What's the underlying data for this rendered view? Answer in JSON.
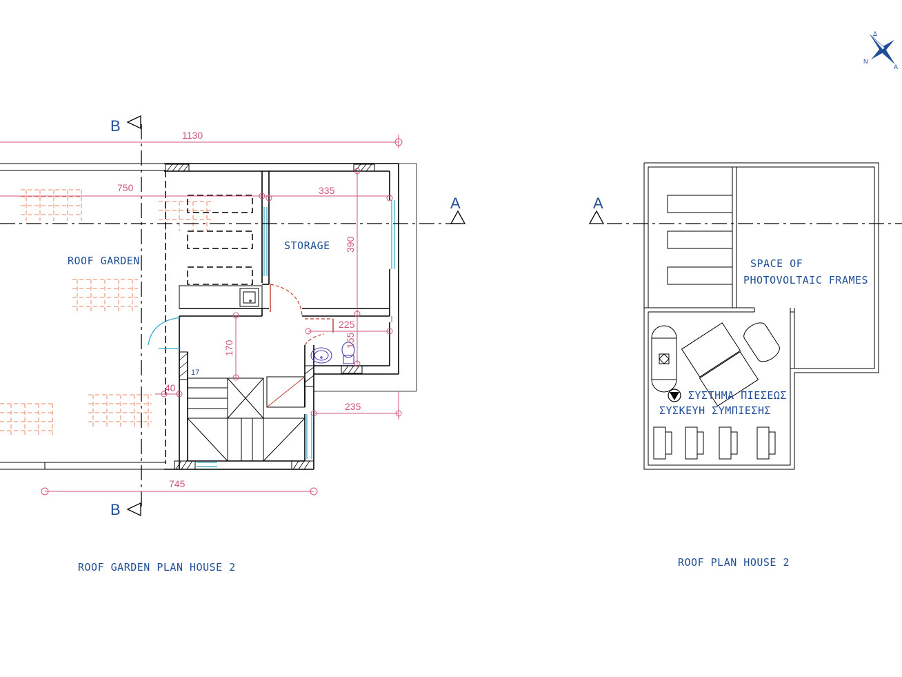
{
  "colors": {
    "wall": "#000000",
    "dimension": "#d0557a",
    "label": "#1f4e96",
    "tile": "#e8865a",
    "glazing": "#2aa7c9",
    "door_swing": "#c0392b",
    "background": "#ffffff"
  },
  "plan_garden": {
    "title": "ROOF GARDEN PLAN HOUSE 2",
    "rooms": {
      "roof_garden": "ROOF GARDEN",
      "storage": "STORAGE"
    },
    "section_b_top": "B",
    "section_b_bottom": "B",
    "section_a": "A",
    "dimensions": {
      "d1130": "1130",
      "d750": "750",
      "d335": "335",
      "d390": "390",
      "d225": "225",
      "d155": "155",
      "d170": "170",
      "d40": "40",
      "d235": "235",
      "d745": "745"
    },
    "stair_number": "17"
  },
  "plan_roof": {
    "title": "ROOF PLAN HOUSE 2",
    "section_a": "A",
    "pv_label_line1": "SPACE OF",
    "pv_label_line2": "PHOTOVOLTAIC FRAMES",
    "pressure_label": "ΣΥΣΤΗΜΑ ΠΙΕΣΕΩΣ",
    "boiler_label": "ΣΥΣΚΕΥΗ ΣΥΜΠΙΕΣΗΣ"
  },
  "compass": {
    "icon": "compass-rose-icon",
    "letters": [
      "Δ",
      "Ν",
      "Α"
    ]
  }
}
